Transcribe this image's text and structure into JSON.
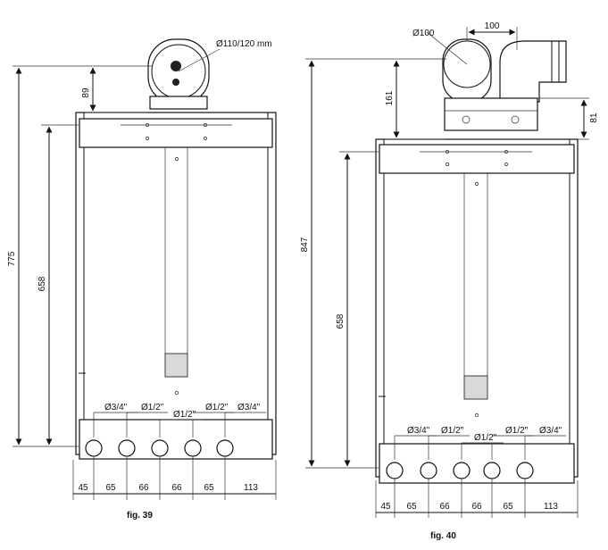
{
  "figures": [
    {
      "id": "fig39",
      "caption": "fig. 39",
      "flue_label": "Ø110/120 mm",
      "dim_total_height": "775",
      "dim_top": "89",
      "dim_inner_height": "658",
      "pipe_labels": [
        "Ø3/4\"",
        "Ø1/2\"",
        "Ø1/2\"",
        "Ø1/2\"",
        "Ø3/4\""
      ],
      "bottom_dims": [
        "45",
        "65",
        "66",
        "66",
        "65",
        "113"
      ]
    },
    {
      "id": "fig40",
      "caption": "fig. 40",
      "flue_label": "Ø100",
      "dim_flue_spacing": "100",
      "dim_total_height": "847",
      "dim_top": "161",
      "dim_adapter": "81",
      "dim_inner_height": "658",
      "pipe_labels": [
        "Ø3/4\"",
        "Ø1/2\"",
        "Ø1/2\"",
        "Ø1/2\"",
        "Ø3/4\""
      ],
      "bottom_dims": [
        "45",
        "65",
        "66",
        "66",
        "65",
        "113"
      ]
    }
  ]
}
